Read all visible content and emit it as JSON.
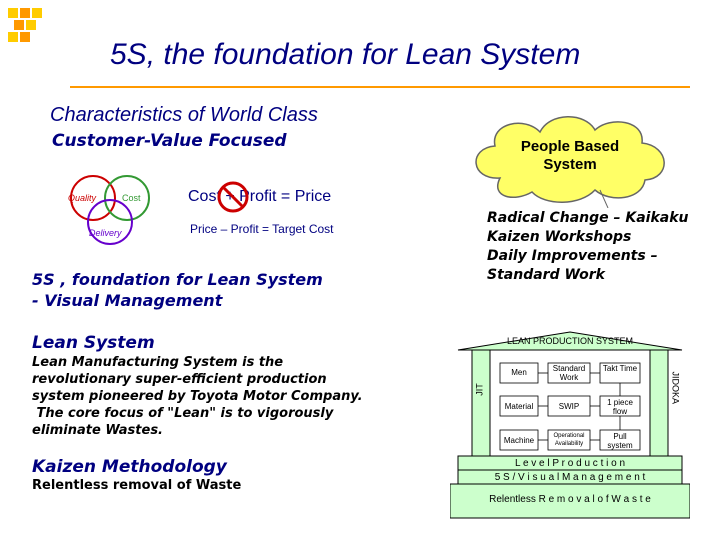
{
  "title": "5S, the foundation for Lean System",
  "characteristics": {
    "heading": "Characteristics of World Class",
    "subheading": "Customer-Value Focused"
  },
  "venn": {
    "quality": "Quality",
    "cost": "Cost",
    "delivery": "Delivery"
  },
  "formulas": {
    "old": "Cost + Profit = Price",
    "new": "Price – Profit = Target Cost"
  },
  "cloud": {
    "line1": "People Based",
    "line2": "System"
  },
  "radical": {
    "line1": "Radical Change – Kaikaku",
    "line2": "Kaizen Workshops",
    "line3": "Daily Improvements –",
    "line4": "Standard Work"
  },
  "foundation": {
    "line1": "5S , foundation for Lean System",
    "line2": "- Visual  Management"
  },
  "lean_system": {
    "heading": "Lean System",
    "body_line1": "Lean Manufacturing System is the",
    "body_line2": "revolutionary super-efficient production",
    "body_line3": "system pioneered by Toyota Motor Company.",
    "body_line4": " The core focus of \"Lean\" is to vigorously",
    "body_line5": "eliminate Wastes."
  },
  "kaizen": {
    "heading": "Kaizen Methodology",
    "body": "Relentless removal of Waste"
  },
  "house": {
    "roof": "LEAN PRODUCTION SYSTEM",
    "pillar_left": "JIT",
    "pillar_right": "JIDOKA",
    "men": "Men",
    "standard_work": "Standard Work",
    "takt_time": "Takt Time",
    "material": "Material",
    "swip": "SWIP",
    "one_piece_flow": "1 piece flow",
    "machine": "Machine",
    "operational_availability": "Operational Availability",
    "pull_system": "Pull system",
    "level_production": "L e v e l  P r o d u c t i o n",
    "visual_management": "5 S / V i s u a l  M a n a g e m e n t",
    "relentless": "Relentless  R e m o v a l  o f  W a s t e"
  },
  "colors": {
    "title": "#000080",
    "cloud_fill": "#ffff66",
    "quality_circle": "#cc0000",
    "cost_circle": "#339933",
    "delivery_circle": "#6600cc",
    "roof_fill": "#ccffcc",
    "base_fill": "#ccffcc",
    "prohibit": "#cc0000"
  }
}
